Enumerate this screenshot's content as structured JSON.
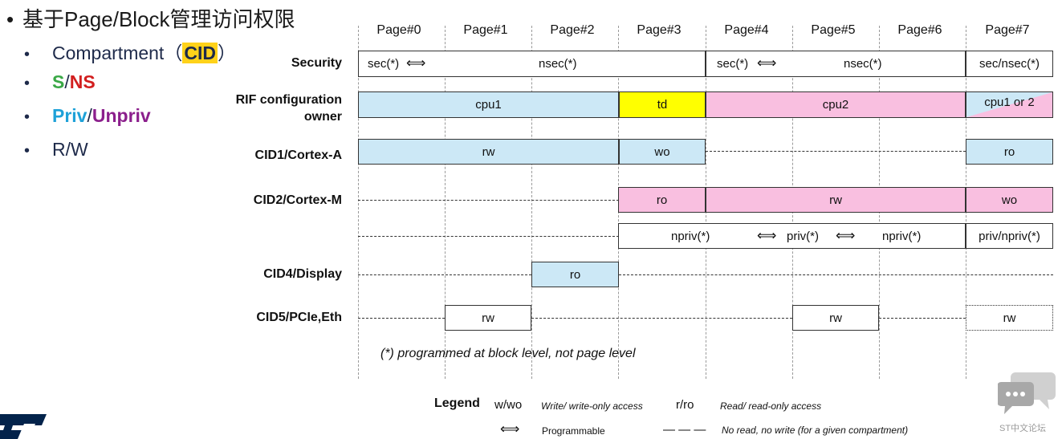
{
  "bullets": {
    "main": "基于Page/Block管理访问权限",
    "items": [
      {
        "pre": "Compartment（",
        "hl": "CID",
        "post": "）"
      },
      {
        "s": "S",
        "sep": "/",
        "ns": "NS"
      },
      {
        "priv": "Priv",
        "sep": "/",
        "unpriv": "Unpriv"
      },
      {
        "text": "R/W"
      }
    ],
    "dot": "•"
  },
  "pages": [
    "Page#0",
    "Page#1",
    "Page#2",
    "Page#3",
    "Page#4",
    "Page#5",
    "Page#6",
    "Page#7"
  ],
  "rows": {
    "security": "Security",
    "rif_line1": "RIF configuration",
    "rif_line2": "owner",
    "cid1": "CID1/Cortex-A",
    "cid2": "CID2/Cortex-M",
    "cid4": "CID4/Display",
    "cid5": "CID5/PCIe,Eth"
  },
  "cells": {
    "sec_a": "sec(*)",
    "nsec_a": "nsec(*)",
    "sec_b": "sec(*)",
    "nsec_b": "nsec(*)",
    "secnsec": "sec/nsec(*)",
    "cpu1": "cpu1",
    "td": "td",
    "cpu2": "cpu2",
    "cpu1or2": "cpu1 or 2",
    "cid1_rw": "rw",
    "cid1_wo": "wo",
    "cid1_ro": "ro",
    "cid2_ro": "ro",
    "cid2_rw": "rw",
    "cid2_wo": "wo",
    "npriv_a": "npriv(*)",
    "priv": "priv(*)",
    "npriv_b": "npriv(*)",
    "privnpriv": "priv/npriv(*)",
    "cid4_ro": "ro",
    "cid5_rw_a": "rw",
    "cid5_rw_b": "rw",
    "cid5_rw_c": "rw"
  },
  "arrow_glyph": "⟺",
  "footnote": "(*) programmed at block level, not page level",
  "legend": {
    "title": "Legend",
    "wwo": "w/wo",
    "wwo_desc": "Write/ write-only access",
    "rro": "r/ro",
    "rro_desc": "Read/ read-only access",
    "prog_desc": "Programmable",
    "dash_sym": "— — —",
    "dash_desc": "No read, no write (for a given compartment)"
  },
  "forum_label": "ST中文论坛",
  "colors": {
    "blue": "#cce8f6",
    "yellow": "#ffff00",
    "pink": "#f9bfe0",
    "st_blue": "#03234b",
    "forum_gray": "#b8b8b8"
  }
}
